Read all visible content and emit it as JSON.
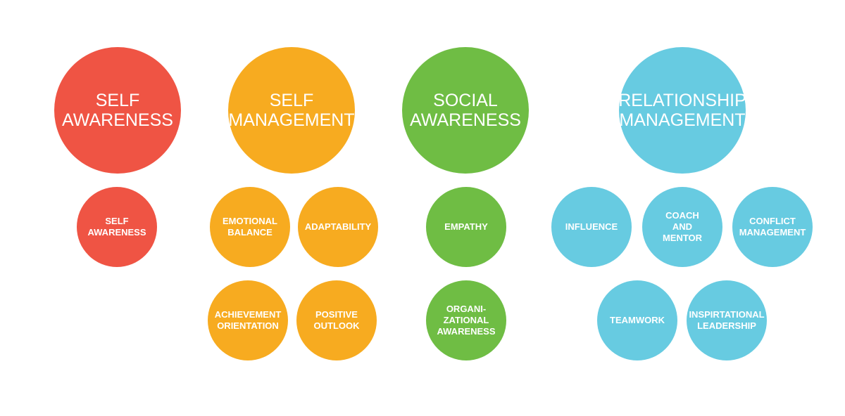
{
  "colors": {
    "self_awareness": "#ef5444",
    "self_management": "#f7ab20",
    "social_awareness": "#6fbd44",
    "relationship_management": "#67cbe1"
  },
  "domains": {
    "self_awareness": {
      "title": "SELF\nAWARENESS",
      "competencies": [
        "SELF\nAWARENESS"
      ]
    },
    "self_management": {
      "title": "SELF\nMANAGEMENT",
      "competencies": [
        "EMOTIONAL\nBALANCE",
        "ADAPTABILITY",
        "ACHIEVEMENT\nORIENTATION",
        "POSITIVE\nOUTLOOK"
      ]
    },
    "social_awareness": {
      "title": "SOCIAL\nAWARENESS",
      "competencies": [
        "EMPATHY",
        "ORGANI-\nZATIONAL\nAWARENESS"
      ]
    },
    "relationship_management": {
      "title": "RELATIONSHIP\nMANAGEMENT",
      "competencies": [
        "INFLUENCE",
        "COACH\nAND\nMENTOR",
        "CONFLICT\nMANAGEMENT",
        "TEAMWORK",
        "INSPIRTATIONAL\nLEADERSHIP"
      ]
    }
  }
}
